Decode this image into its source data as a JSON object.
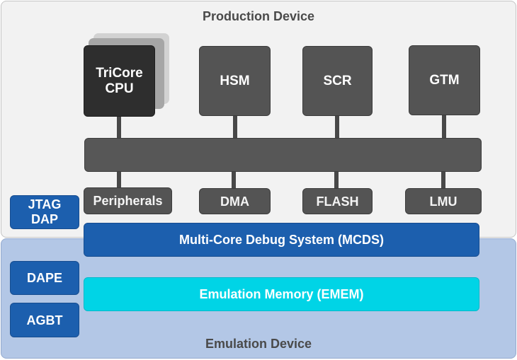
{
  "production_device": {
    "title": "Production Device",
    "cpu": {
      "line1": "TriCore",
      "line2": "CPU"
    },
    "modules": {
      "hsm": "HSM",
      "scr": "SCR",
      "gtm": "GTM"
    },
    "peripherals": {
      "peripherals": "Peripherals",
      "dma": "DMA",
      "flash": "FLASH",
      "lmu": "LMU"
    },
    "jtag_dap": {
      "line1": "JTAG",
      "line2": "DAP"
    },
    "mcds": "Multi-Core Debug System (MCDS)"
  },
  "emulation_device": {
    "title": "Emulation Device",
    "dape": "DAPE",
    "agbt": "AGBT",
    "emem": "Emulation Memory (EMEM)"
  },
  "colors": {
    "production_bg": "#f2f2f2",
    "emulation_bg": "#b3c7e6",
    "module_dark": "#545454",
    "debug_blue": "#1c5fae",
    "emem_cyan": "#00d4e6"
  }
}
